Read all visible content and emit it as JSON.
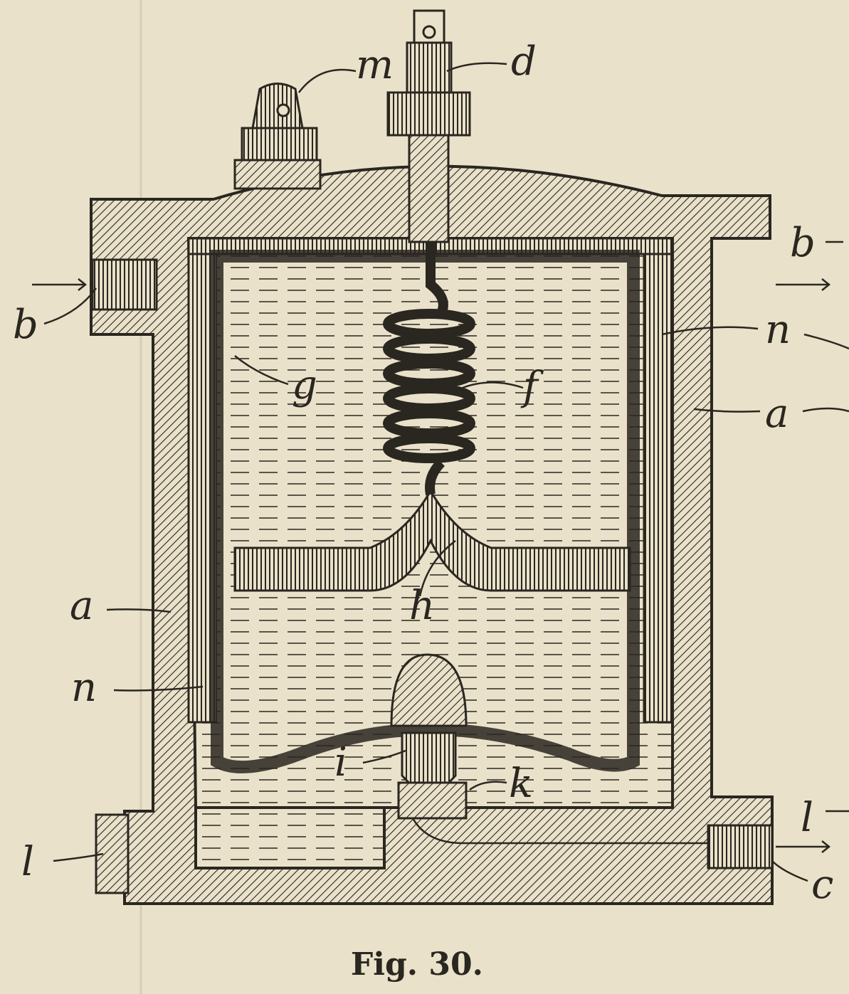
{
  "figure": {
    "caption": "Fig. 30.",
    "labels": {
      "m": "m",
      "d": "d",
      "b_left": "b",
      "b_right": "b",
      "n_right": "n",
      "g": "g",
      "f": "f",
      "a_right": "a",
      "a_left": "a",
      "h": "h",
      "n_left": "n",
      "i": "i",
      "k": "k",
      "l_left": "l",
      "l_right": "l",
      "c": "c"
    },
    "colors": {
      "paper": "#e9e1c9",
      "ink": "#2a2620"
    }
  }
}
